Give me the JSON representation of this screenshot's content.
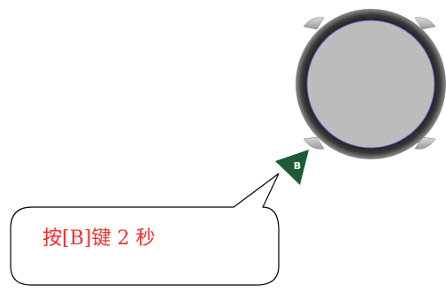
{
  "device": {
    "name": "round-device",
    "button": {
      "label": "B",
      "icon": "triangle-pointer-icon",
      "color": "#1f5a34",
      "text_color": "#ffffff"
    },
    "bezel_color": "#1a1a1a",
    "face_color": "#bcbcbc",
    "face_ring_color": "#5c58c9"
  },
  "callout": {
    "text": "按[B]键 2 秒",
    "text_color": "#ff2a2a",
    "border_color": "#000000",
    "icon": "speech-bubble-icon"
  }
}
